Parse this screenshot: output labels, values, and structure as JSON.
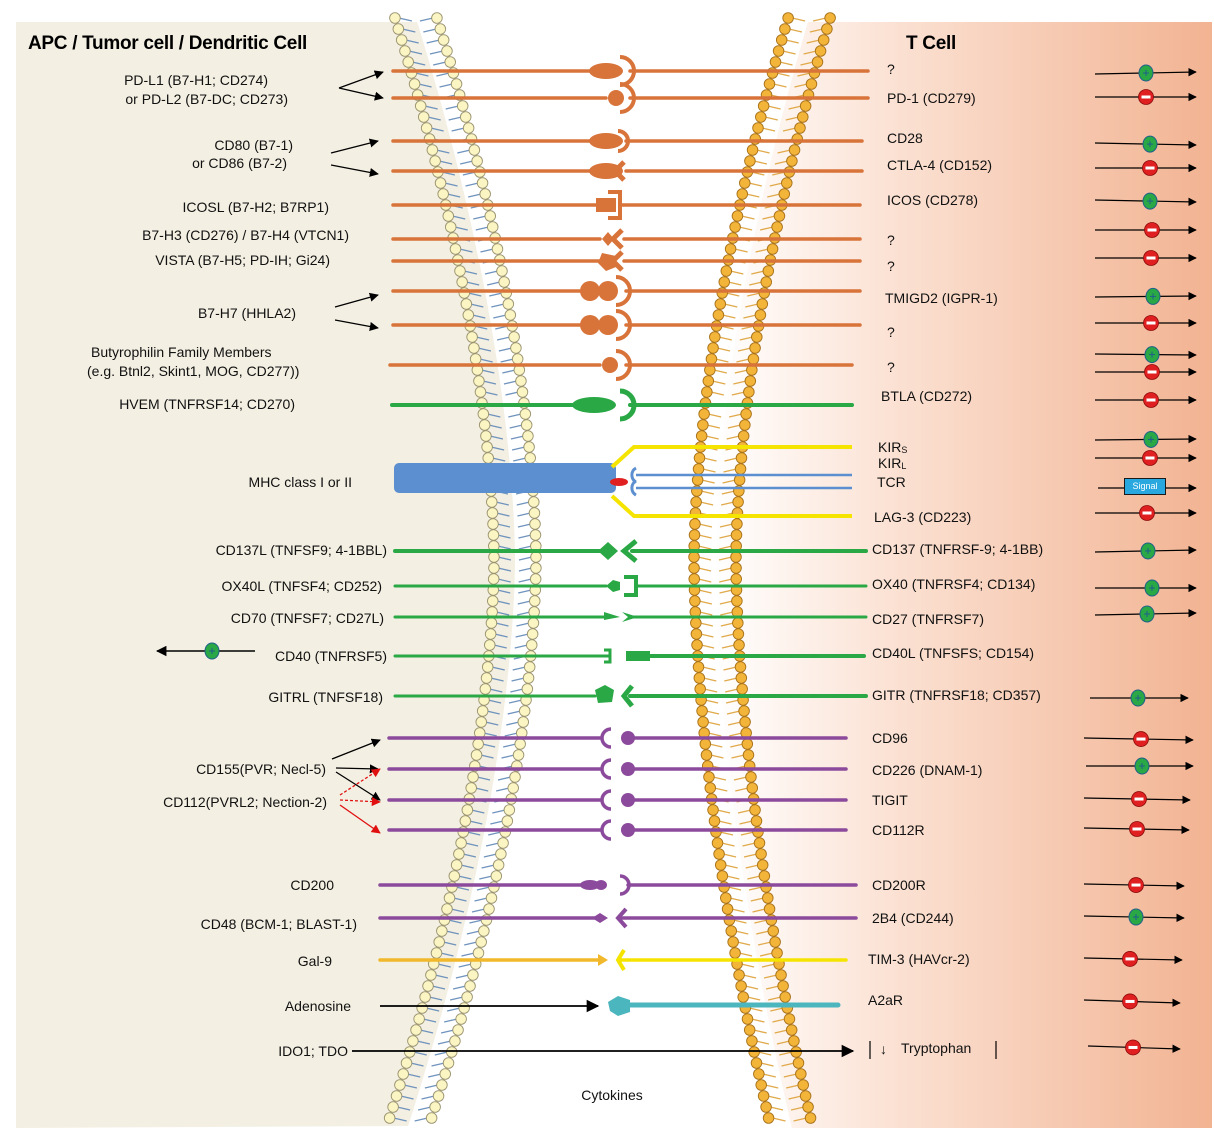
{
  "headers": {
    "left_title": "APC / Tumor cell / Dendritic Cell",
    "right_title": "T Cell"
  },
  "colors": {
    "b7_family": "#d8733a",
    "tnf_family": "#2aa846",
    "nectin_family": "#8b4a9c",
    "mhc": "#5b8fcf",
    "tcr": "#5b8fcf",
    "kir_lag3": "#f5e400",
    "gal9": "#f0b82a",
    "a2ar": "#4cb6bf",
    "activating_marker": "#2aa846",
    "inhibitory_marker": "#e02020",
    "signal_box": "#29a8e0",
    "apc_background": "#f3efe2",
    "tcell_background": "#f4b898"
  },
  "ligands": [
    {
      "id": "pdl",
      "text_1": "PD-L1 (B7-H1; CD274)",
      "text_2": "or PD-L2 (B7-DC; CD273)"
    },
    {
      "id": "cd80",
      "text_1": "CD80 (B7-1)",
      "text_2": "or CD86 (B7-2)"
    },
    {
      "id": "icosl",
      "text": "ICOSL (B7-H2; B7RP1)"
    },
    {
      "id": "b7h3",
      "text": "B7-H3 (CD276) / B7-H4 (VTCN1)"
    },
    {
      "id": "vista",
      "text": "VISTA (B7-H5; PD-IH; Gi24)"
    },
    {
      "id": "b7h7",
      "text": "B7-H7 (HHLA2)"
    },
    {
      "id": "btn",
      "text_1": "Butyrophilin Family Members",
      "text_2": "(e.g. Btnl2, Skint1, MOG, CD277))"
    },
    {
      "id": "hvem",
      "text": "HVEM (TNFRSF14; CD270)"
    },
    {
      "id": "mhc",
      "text": "MHC class I or II"
    },
    {
      "id": "cd137l",
      "text": "CD137L (TNFSF9; 4-1BBL)"
    },
    {
      "id": "ox40l",
      "text": "OX40L (TNFSF4; CD252)"
    },
    {
      "id": "cd70",
      "text": "CD70 (TNFSF7; CD27L)"
    },
    {
      "id": "cd40",
      "text": "CD40 (TNFRSF5)"
    },
    {
      "id": "gitrl",
      "text": "GITRL (TNFSF18)"
    },
    {
      "id": "cd155",
      "text": "CD155(PVR; Necl-5)"
    },
    {
      "id": "cd112",
      "text": "CD112(PVRL2; Nection-2)"
    },
    {
      "id": "cd200",
      "text": "CD200"
    },
    {
      "id": "cd48",
      "text": "CD48 (BCM-1; BLAST-1)"
    },
    {
      "id": "gal9",
      "text": "Gal-9"
    },
    {
      "id": "adenosine",
      "text": "Adenosine"
    },
    {
      "id": "ido",
      "text": "IDO1; TDO"
    }
  ],
  "receptors": [
    {
      "id": "unk1",
      "text": "?",
      "signal": "activating"
    },
    {
      "id": "pd1",
      "text": "PD-1 (CD279)",
      "signal": "inhibitory"
    },
    {
      "id": "cd28",
      "text": "CD28",
      "signal": "activating"
    },
    {
      "id": "ctla4",
      "text": "CTLA-4 (CD152)",
      "signal": "inhibitory"
    },
    {
      "id": "icos",
      "text": "ICOS (CD278)",
      "signal": "activating"
    },
    {
      "id": "unk2",
      "text": "?",
      "signal": "inhibitory"
    },
    {
      "id": "unk3",
      "text": "?",
      "signal": "inhibitory"
    },
    {
      "id": "tmigd2",
      "text": "TMIGD2 (IGPR-1)",
      "signal": "activating"
    },
    {
      "id": "unk4",
      "text": "?",
      "signal": "inhibitory"
    },
    {
      "id": "unk5",
      "text": "?",
      "signal": "activating and inhibitory"
    },
    {
      "id": "btla",
      "text": "BTLA (CD272)",
      "signal": "inhibitory"
    },
    {
      "id": "kirs",
      "text": "KIR",
      "sub": "S",
      "signal": "activating"
    },
    {
      "id": "kirl",
      "text": "KIR",
      "sub": "L",
      "signal": "inhibitory"
    },
    {
      "id": "tcr",
      "text": "TCR",
      "signal": "Signal"
    },
    {
      "id": "lag3",
      "text": "LAG-3 (CD223)",
      "signal": "inhibitory"
    },
    {
      "id": "cd137",
      "text": "CD137 (TNFRSF-9; 4-1BB)",
      "signal": "activating"
    },
    {
      "id": "ox40",
      "text": "OX40 (TNFRSF4; CD134)",
      "signal": "activating"
    },
    {
      "id": "cd27",
      "text": "CD27 (TNFRSF7)",
      "signal": "activating"
    },
    {
      "id": "cd40l",
      "text": "CD40L (TNFSFS; CD154)",
      "signal": ""
    },
    {
      "id": "gitr",
      "text": "GITR (TNFRSF18; CD357)",
      "signal": "activating"
    },
    {
      "id": "cd96",
      "text": "CD96",
      "signal": "inhibitory"
    },
    {
      "id": "cd226",
      "text": "CD226 (DNAM-1)",
      "signal": "activating"
    },
    {
      "id": "tigit",
      "text": "TIGIT",
      "signal": "inhibitory"
    },
    {
      "id": "cd112r",
      "text": "CD112R",
      "signal": "inhibitory"
    },
    {
      "id": "cd200r",
      "text": "CD200R",
      "signal": "inhibitory"
    },
    {
      "id": "2b4",
      "text": "2B4 (CD244)",
      "signal": "activating"
    },
    {
      "id": "tim3",
      "text": "TIM-3 (HAVcr-2)",
      "signal": "inhibitory"
    },
    {
      "id": "a2ar",
      "text": "A2aR",
      "signal": "inhibitory"
    },
    {
      "id": "tryptophan",
      "text": "Tryptophan",
      "glyph": "↓",
      "signal": "inhibitory"
    }
  ],
  "apc_signal": {
    "receptor": "CD40",
    "signal": "activating"
  },
  "center": {
    "cytokines": "Cytokines"
  }
}
